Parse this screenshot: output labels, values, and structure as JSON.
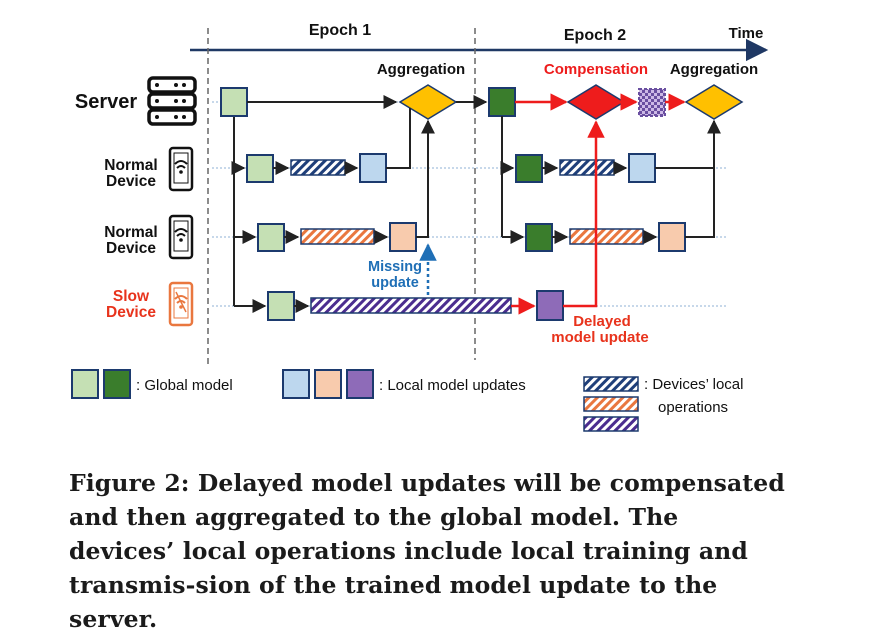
{
  "labels": {
    "epoch1": "Epoch 1",
    "epoch2": "Epoch 2",
    "time": "Time",
    "server": "Server",
    "normal_device_1": [
      "Normal",
      "Device"
    ],
    "normal_device_2": [
      "Normal",
      "Device"
    ],
    "slow_device": [
      "Slow",
      "Device"
    ],
    "aggregation_1": "Aggregation",
    "aggregation_2": "Aggregation",
    "compensation": "Compensation",
    "missing_update": [
      "Missing",
      "update"
    ],
    "delayed_update": [
      "Delayed",
      "model update"
    ]
  },
  "legend": {
    "global_model": ": Global model",
    "local_updates": ": Local model updates",
    "devices_local": ": Devices’ local",
    "operations": "operations"
  },
  "colors": {
    "global_light": "#c5e0b4",
    "global_dark": "#3a7d2c",
    "local_blue": "#bdd7ee",
    "local_peach": "#f8cbad",
    "local_purple": "#8e6bb8",
    "aggregation": "#ffc000",
    "compensation": "#ee1c1c",
    "timeline": "#1f3864",
    "missing": "#1f6fb6",
    "red_label": "#e8331c"
  },
  "icons": [
    "server-icon",
    "phone-wifi-icon",
    "phone-wifi-icon",
    "phone-slow-icon"
  ],
  "caption": "Figure 2: Delayed model updates will be compensated and then aggregated to the global model. The devices’ local operations include local training and transmis-sion of the trained model update to the server."
}
